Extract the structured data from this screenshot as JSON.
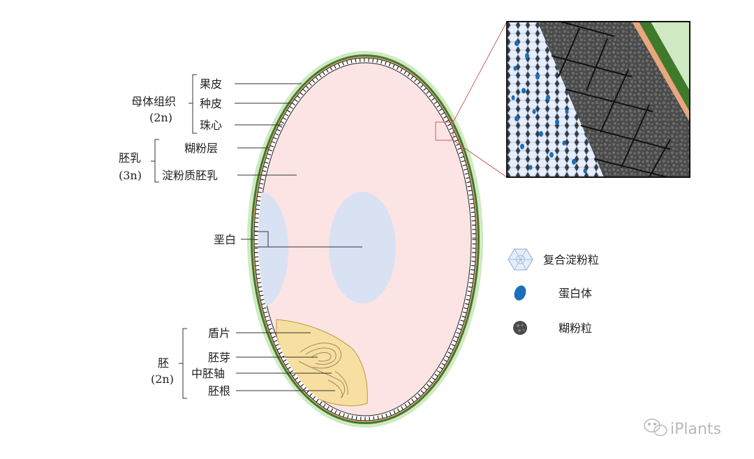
{
  "labels": {
    "pericarp": "果皮",
    "seed_coat": "种皮",
    "nucellus": "珠心",
    "maternal_tissue": "母体组织",
    "maternal_ploidy": "(2n)",
    "aleurone_layer": "糊粉层",
    "starchy_endosperm": "淀粉质胚乳",
    "endosperm": "胚乳",
    "endosperm_ploidy": "(3n)",
    "chalky": "垩白",
    "scutellum": "盾片",
    "plumule": "胚芽",
    "mesocotyl": "中胚轴",
    "radicle": "胚根",
    "embryo": "胚",
    "embryo_ploidy": "(2n)"
  },
  "legend": [
    {
      "icon": "compound-starch-granule-icon",
      "label": "复合淀粉粒"
    },
    {
      "icon": "protein-body-icon",
      "label": "蛋白体"
    },
    {
      "icon": "aleurone-grain-icon",
      "label": "糊粉粒"
    }
  ],
  "watermark": "iPlants",
  "colors": {
    "pericarp_outer": "#cfe9c2",
    "pericarp_dark": "#3f7a2a",
    "seed_coat": "#e8a77e",
    "endosperm": "#fce4e4",
    "chalky": "#d8e2f3",
    "embryo": "#f6dfa0",
    "aleurone_cell": "#555555",
    "protein_body": "#1a6fb8",
    "inset_border": "#111111",
    "highlight_box": "#d65a5a"
  }
}
